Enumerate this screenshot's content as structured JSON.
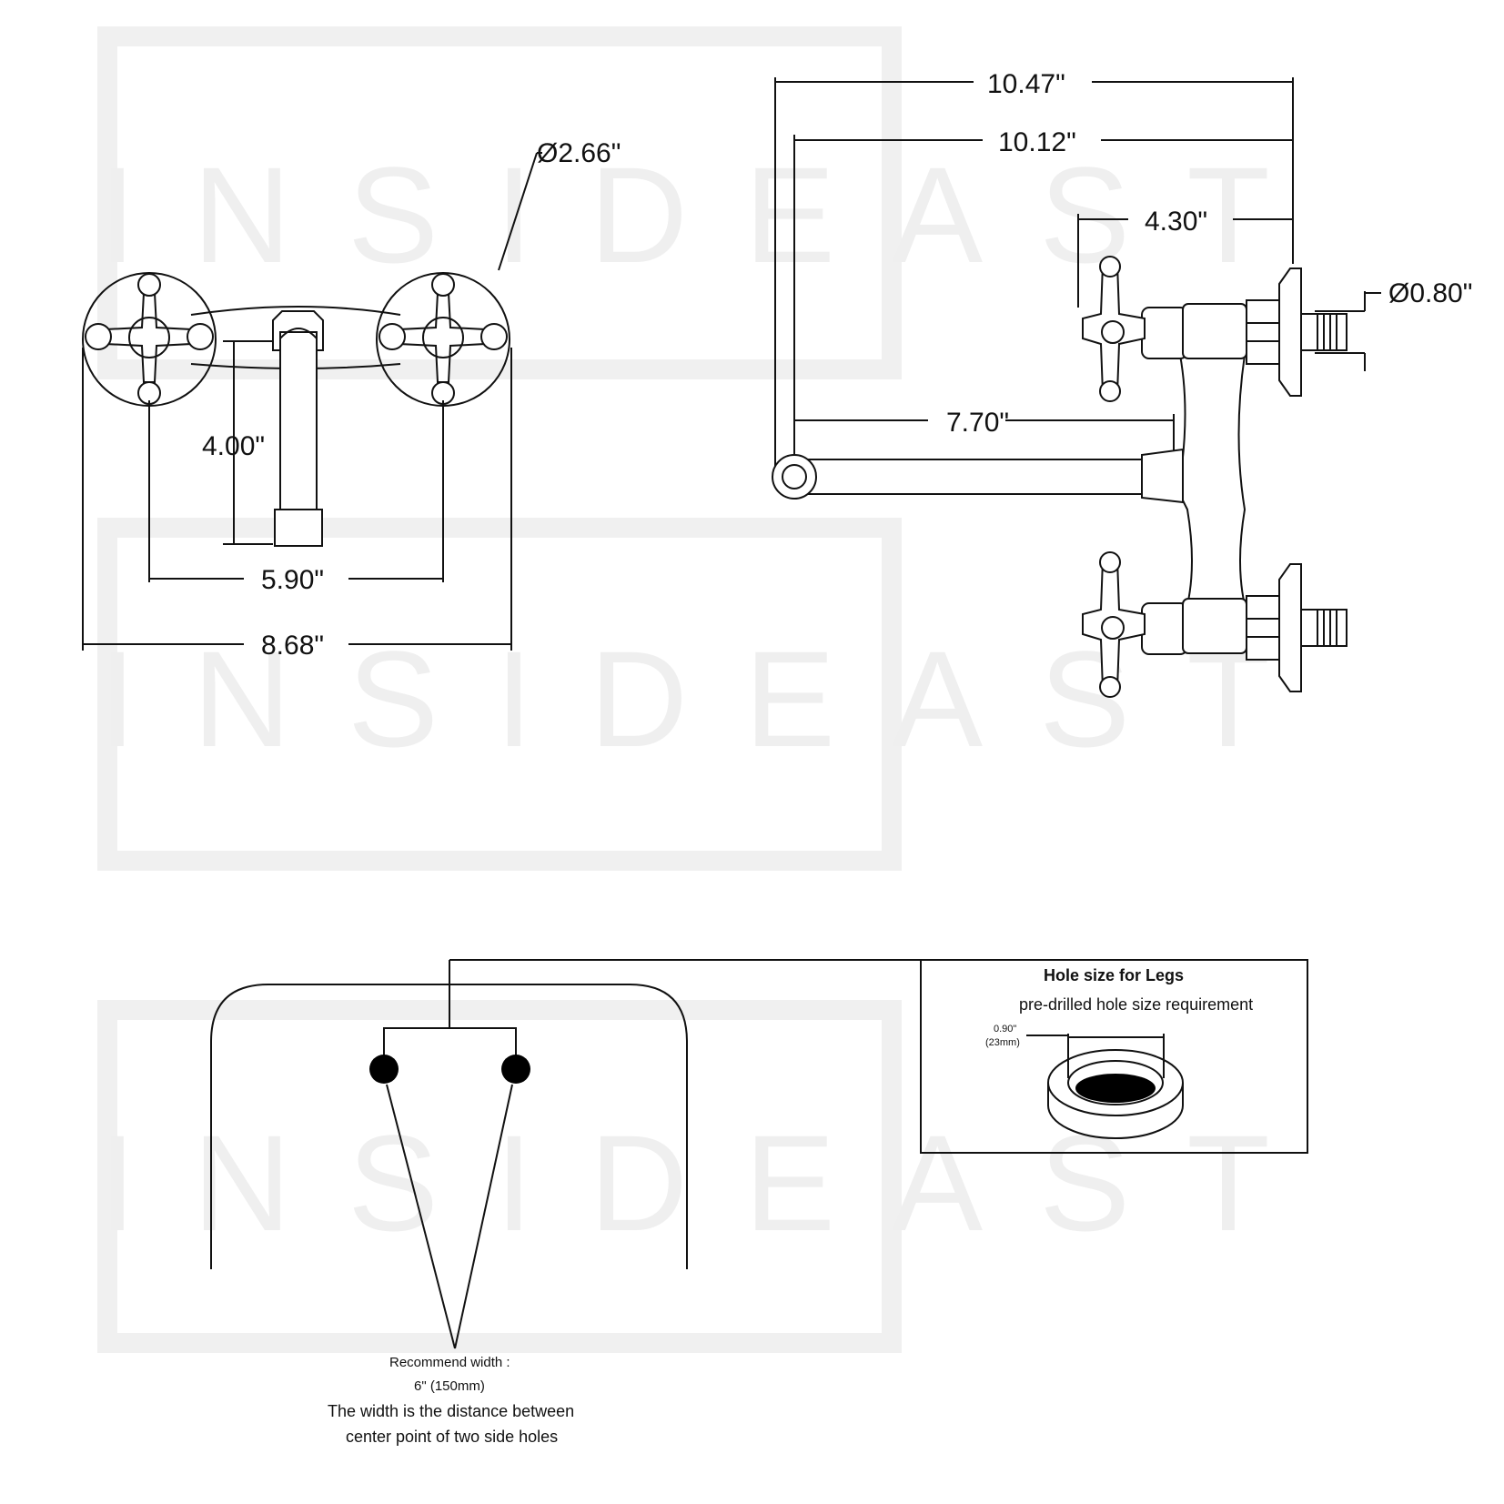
{
  "watermark": {
    "text": "INSIDEAST",
    "color": "#efefef"
  },
  "front_view": {
    "handle_diameter": "Ø2.66\"",
    "spout_drop": "4.00\"",
    "handle_spacing": "5.90\"",
    "overall_width": "8.68\""
  },
  "side_view": {
    "overall_depth": "10.47\"",
    "spout_reach": "10.12\"",
    "handle_depth": "4.30\"",
    "inlet_diameter": "Ø0.80\"",
    "spout_length": "7.70\""
  },
  "hole_box": {
    "title": "Hole size for Legs",
    "subtitle": "pre-drilled hole size requirement",
    "diameter_in": "0.90\"",
    "diameter_mm": "(23mm)"
  },
  "recommend": {
    "line1": "Recommend width :",
    "line2": "6\" (150mm)",
    "line3": "The width is the distance between",
    "line4": "center point of two side holes"
  }
}
